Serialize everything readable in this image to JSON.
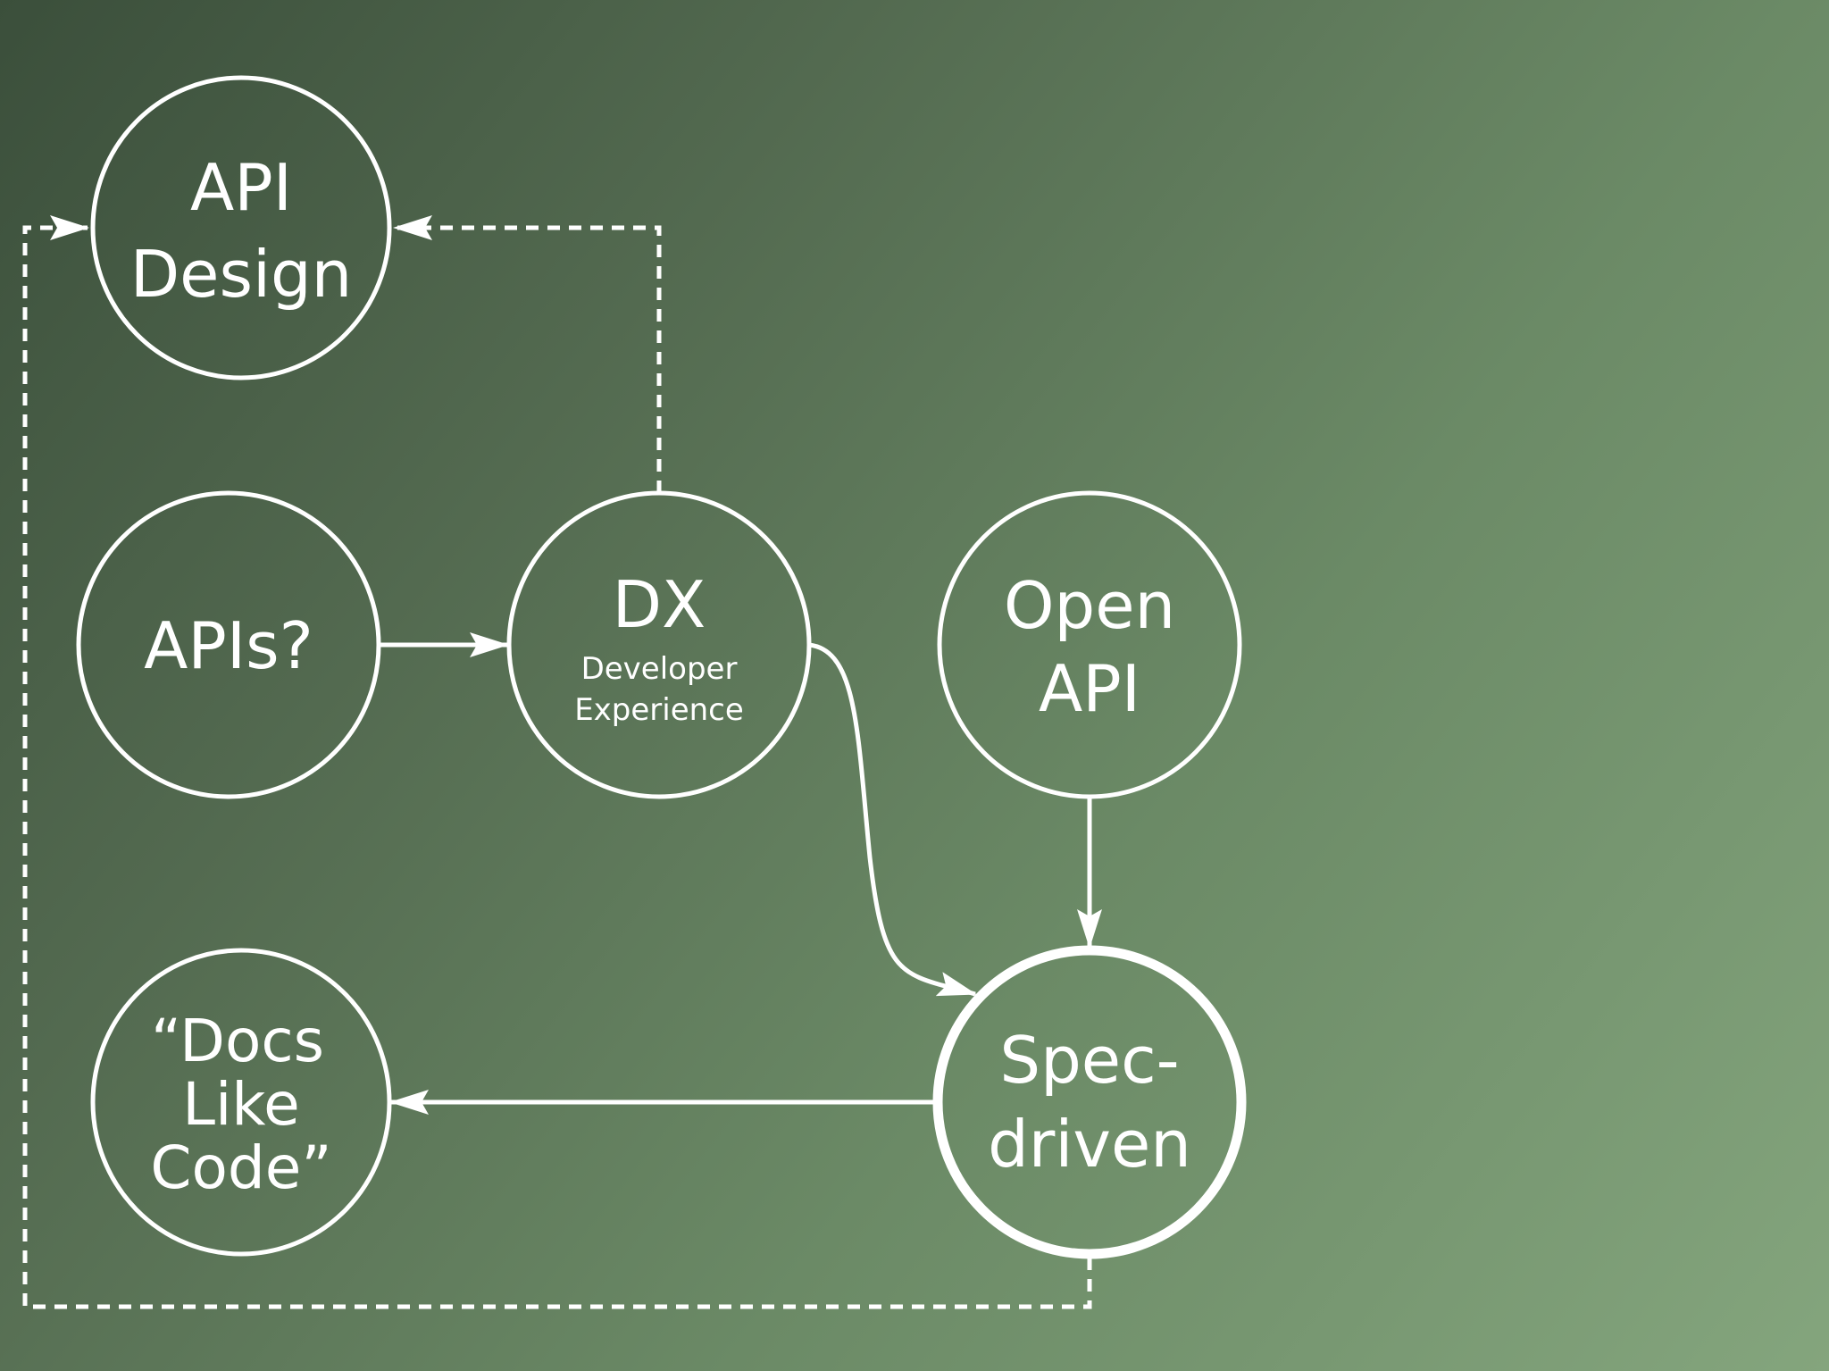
{
  "colors": {
    "background_start": "#3b4f3b",
    "background_end": "#84a57d",
    "stroke": "#ffffff",
    "text": "#ffffff"
  },
  "nodes": {
    "api_design": {
      "line1": "API",
      "line2": "Design"
    },
    "apis": {
      "label": "APIs?"
    },
    "dx": {
      "title": "DX",
      "sub1": "Developer",
      "sub2": "Experience"
    },
    "openapi": {
      "line1": "Open",
      "line2": "API"
    },
    "docs_like_code": {
      "line1": "“Docs",
      "line2": "Like",
      "line3": "Code”"
    },
    "spec_driven": {
      "line1": "Spec-",
      "line2": "driven"
    }
  },
  "edges": [
    {
      "from": "APIs?",
      "to": "DX",
      "style": "solid"
    },
    {
      "from": "DX",
      "to": "Spec-driven",
      "style": "solid"
    },
    {
      "from": "OpenAPI",
      "to": "Spec-driven",
      "style": "solid"
    },
    {
      "from": "Spec-driven",
      "to": "Docs Like Code",
      "style": "solid"
    },
    {
      "from": "DX",
      "to": "API Design",
      "style": "dashed"
    },
    {
      "from": "Spec-driven",
      "to": "API Design",
      "style": "dashed"
    }
  ]
}
